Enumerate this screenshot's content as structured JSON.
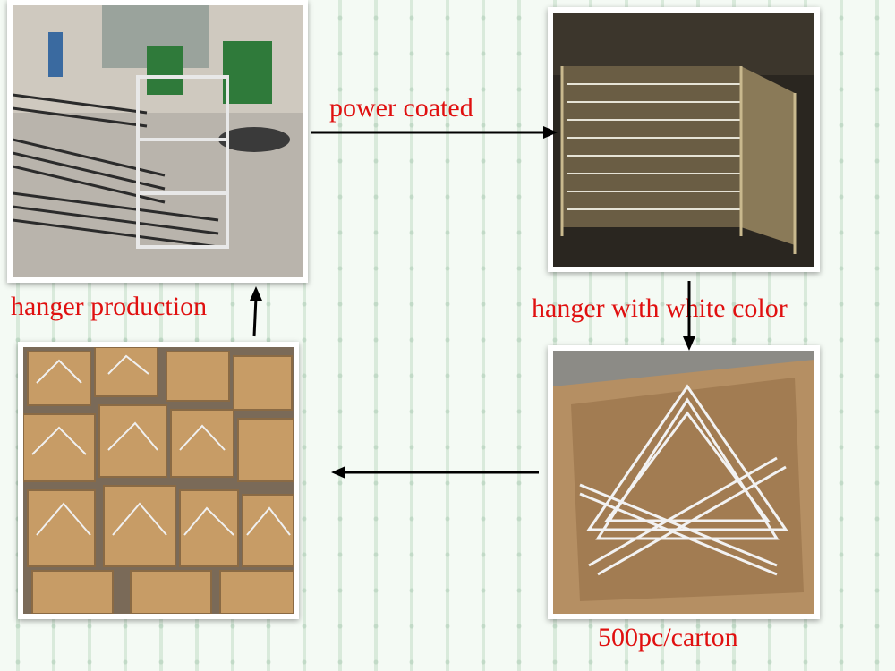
{
  "labels": {
    "power_coated": "power coated",
    "hanger_production": "hanger production",
    "hanger_white": "hanger with white color",
    "carton": "500pc/carton"
  },
  "colors": {
    "caption": "#e01010",
    "arrow": "#000000",
    "background_stripe": "#d9eadb"
  },
  "photos": {
    "factory": "factory-floor-photo",
    "coated_rack": "coating-rack-photo",
    "single_box": "open-carton-photo",
    "many_boxes": "stacked-cartons-photo"
  }
}
